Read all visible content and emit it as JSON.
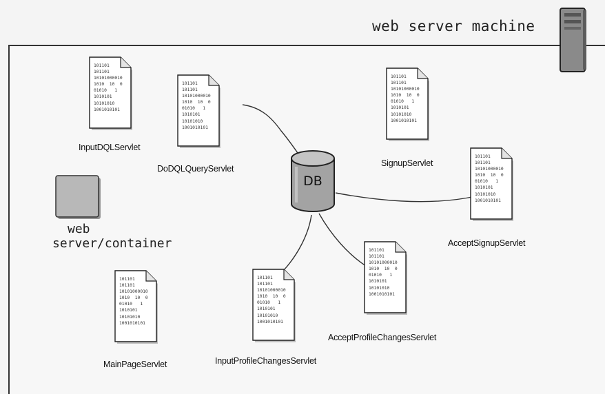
{
  "machine": {
    "title": "web server machine"
  },
  "container": {
    "line1": "web",
    "line2": "server/container"
  },
  "db": {
    "label": "DB"
  },
  "doc_lines_a": [
    "101101",
    "101101",
    "10101000010",
    "1010  10  0",
    "01010   1",
    "1010101",
    "10101010",
    "1001010101"
  ],
  "servlets": [
    {
      "name": "InputDQLServlet"
    },
    {
      "name": "DoDQLQueryServlet"
    },
    {
      "name": "SignupServlet"
    },
    {
      "name": "AcceptSignupServlet"
    },
    {
      "name": "MainPageServlet"
    },
    {
      "name": "InputProfileChangesServlet"
    },
    {
      "name": "AcceptProfileChangesServlet"
    }
  ]
}
